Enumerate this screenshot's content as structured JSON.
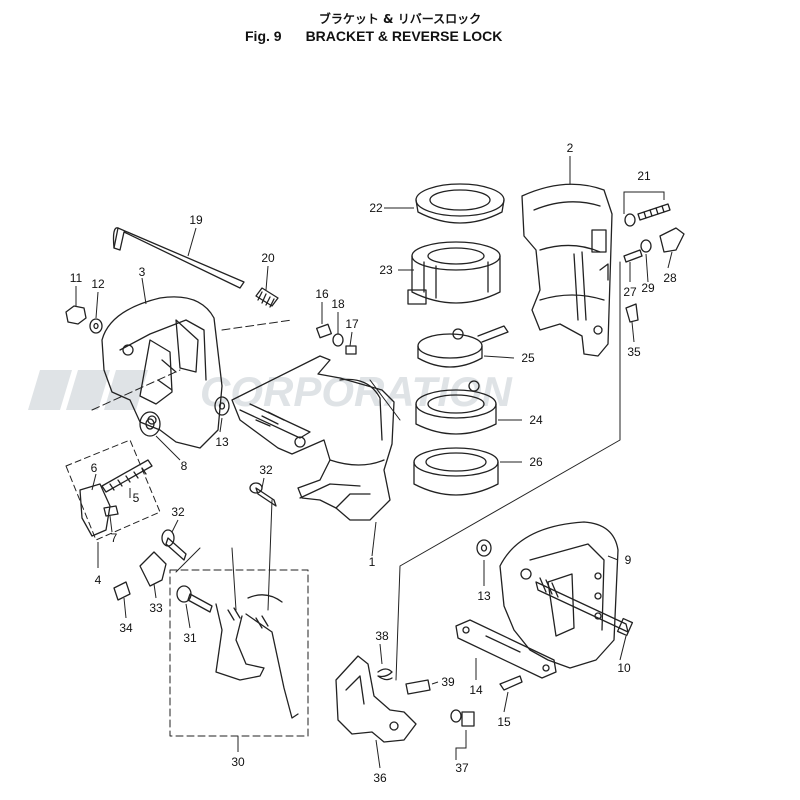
{
  "header": {
    "title_jp": "ブラケット & リバースロック",
    "fig_label": "Fig. 9",
    "title_en": "BRACKET & REVERSE LOCK"
  },
  "watermark": {
    "text": "CORPORATION",
    "color": "#dfe3e6"
  },
  "colors": {
    "line": "#222222",
    "background": "#ffffff"
  },
  "callouts": [
    "1",
    "2",
    "3",
    "4",
    "5",
    "6",
    "7",
    "8",
    "9",
    "10",
    "11",
    "12",
    "13",
    "13",
    "14",
    "15",
    "16",
    "17",
    "18",
    "19",
    "20",
    "21",
    "22",
    "23",
    "24",
    "25",
    "26",
    "27",
    "28",
    "29",
    "30",
    "31",
    "32",
    "32",
    "33",
    "34",
    "35",
    "36",
    "37",
    "38",
    "39"
  ]
}
